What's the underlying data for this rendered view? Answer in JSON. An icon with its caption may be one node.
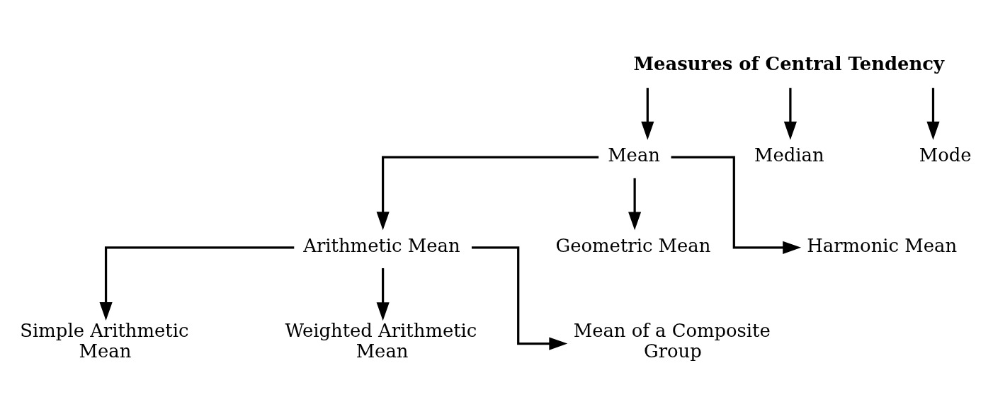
{
  "diagram": {
    "nodes": [
      {
        "text": [
          "Measures of Central Tendency"
        ]
      },
      {
        "text": [
          "Mean"
        ]
      },
      {
        "text": [
          "Median"
        ]
      },
      {
        "text": [
          "Mode"
        ]
      },
      {
        "text": [
          "Arithmetic Mean"
        ]
      },
      {
        "text": [
          "Geometric Mean"
        ]
      },
      {
        "text": [
          "Harmonic Mean"
        ]
      },
      {
        "text": [
          "Simple Arithmetic Mean"
        ]
      },
      {
        "text": [
          "Weighted Arithmetic Mean"
        ]
      },
      {
        "text": [
          "Mean of a Composite Group"
        ]
      }
    ],
    "edges": [
      {
        "from": 0,
        "to": 1,
        "arrow": "to"
      },
      {
        "from": 0,
        "to": 2,
        "arrow": "to"
      },
      {
        "from": 0,
        "to": 3,
        "arrow": "to"
      },
      {
        "from": 1,
        "to": 4,
        "arrow": "to"
      },
      {
        "from": 1,
        "to": 5,
        "arrow": "to"
      },
      {
        "from": 1,
        "to": 6,
        "arrow": "to"
      },
      {
        "from": 4,
        "to": 7,
        "arrow": "to"
      },
      {
        "from": 4,
        "to": 8,
        "arrow": "to"
      },
      {
        "from": 4,
        "to": 9,
        "arrow": "to"
      }
    ]
  }
}
